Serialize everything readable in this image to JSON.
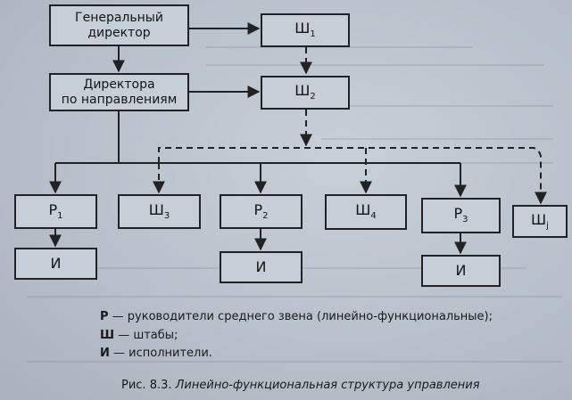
{
  "diagram": {
    "boxes": {
      "general_director": {
        "line1": "Генеральный",
        "line2": "директор"
      },
      "directors_by_area": {
        "line1": "Директора",
        "line2": "по направлениям"
      },
      "sh1": {
        "sym": "Ш",
        "sub": "1"
      },
      "sh2": {
        "sym": "Ш",
        "sub": "2"
      },
      "p1": {
        "sym": "Р",
        "sub": "1"
      },
      "sh3": {
        "sym": "Ш",
        "sub": "3"
      },
      "p2": {
        "sym": "Р",
        "sub": "2"
      },
      "sh4": {
        "sym": "Ш",
        "sub": "4"
      },
      "p3": {
        "sym": "Р",
        "sub": "3"
      },
      "shj": {
        "sym": "Ш",
        "sub": "j"
      },
      "i1": {
        "sym": "И"
      },
      "i2": {
        "sym": "И"
      },
      "i3": {
        "sym": "И"
      }
    },
    "legend": [
      {
        "key": "Р",
        "text": " — руководители среднего звена (линейно-функциональные);"
      },
      {
        "key": "Ш",
        "text": " — штабы;"
      },
      {
        "key": "И",
        "text": " — исполнители."
      }
    ],
    "caption": {
      "label": "Рис. 8.3.",
      "title": "Линейно-функциональная структура управления"
    },
    "colors": {
      "ink": "#222222",
      "paper": "#c6ced7"
    }
  }
}
